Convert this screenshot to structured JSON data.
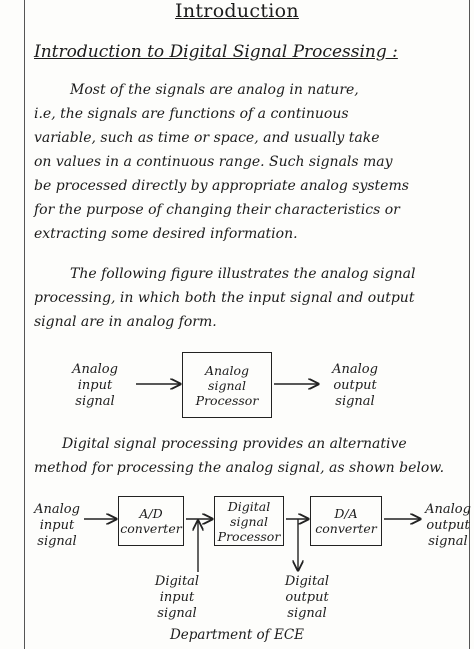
{
  "title": "Introduction",
  "subtitle": "Introduction to Digital Signal Processing :",
  "para1": [
    "Most of the signals are analog in nature,",
    "i.e, the signals are functions of a continuous",
    "variable, such as time or space, and usually take",
    "on values in a continuous range. Such signals may",
    "be processed directly by appropriate analog systems",
    "for the purpose of changing their characteristics or",
    "extracting some desired information."
  ],
  "para2": [
    "The following figure illustrates the analog signal",
    "processing, in which both the input signal and output",
    "signal are in analog form."
  ],
  "diagram1": {
    "input": [
      "Analog",
      "input",
      "signal"
    ],
    "box": [
      "Analog",
      "signal",
      "Processor"
    ],
    "output": [
      "Analog",
      "output",
      "signal"
    ]
  },
  "para3": [
    "Digital signal processing provides an alternative",
    "method for processing the analog signal, as shown below."
  ],
  "diagram2": {
    "input": [
      "Analog",
      "input",
      "signal"
    ],
    "adc": [
      "A/D",
      "converter"
    ],
    "dsp": [
      "Digital",
      "signal",
      "Processor"
    ],
    "dac": [
      "D/A",
      "converter"
    ],
    "output": [
      "Analog",
      "output",
      "signal"
    ],
    "dig_in": [
      "Digital",
      "input",
      "signal"
    ],
    "dig_out": [
      "Digital",
      "output",
      "signal"
    ]
  },
  "footer": "Department of ECE"
}
